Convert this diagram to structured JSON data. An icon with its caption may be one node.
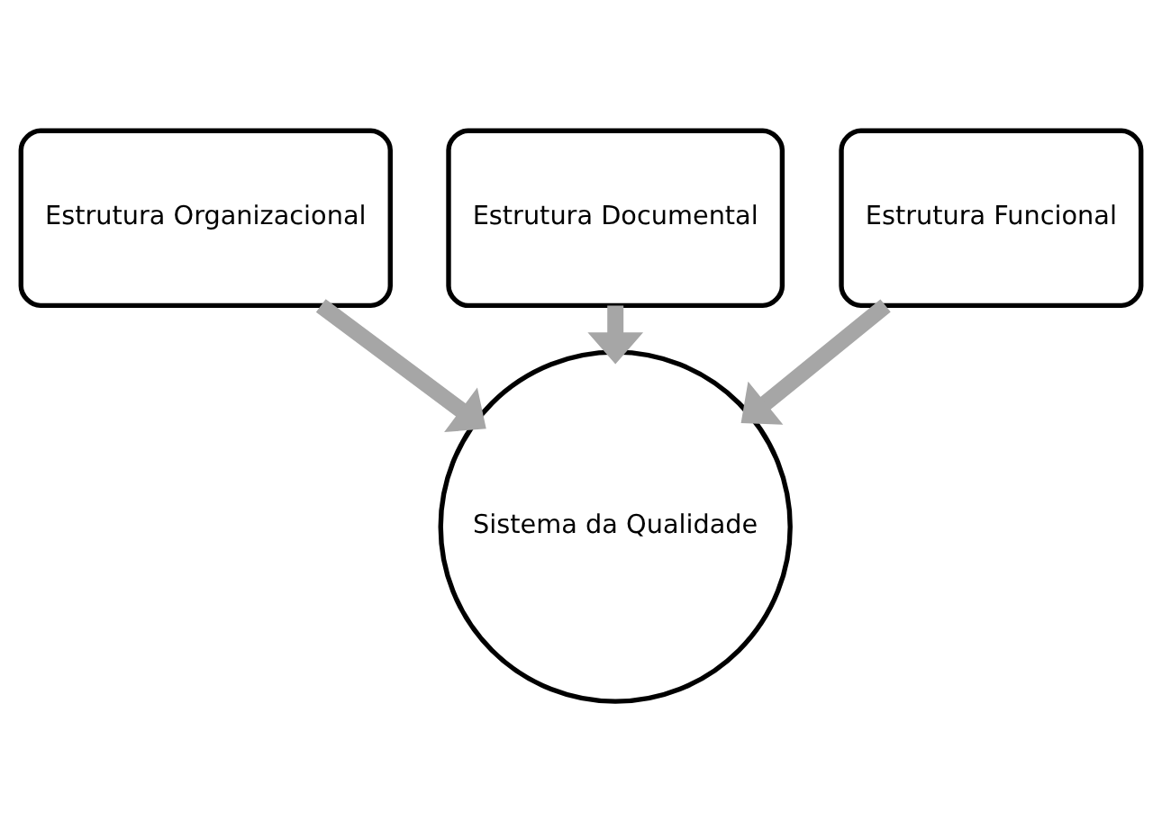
{
  "diagram": {
    "nodes": [
      {
        "text": [
          "Estrutura Organizacional"
        ]
      },
      {
        "text": [
          "Estrutura Documental"
        ]
      },
      {
        "text": [
          "Estrutura Funcional"
        ]
      },
      {
        "text": [
          "Sistema da Qualidade"
        ]
      }
    ],
    "edges": [
      {
        "from": 0,
        "to": 3,
        "arrow": "to"
      },
      {
        "from": 1,
        "to": 3,
        "arrow": "to"
      },
      {
        "from": 2,
        "to": 3,
        "arrow": "to"
      }
    ]
  }
}
